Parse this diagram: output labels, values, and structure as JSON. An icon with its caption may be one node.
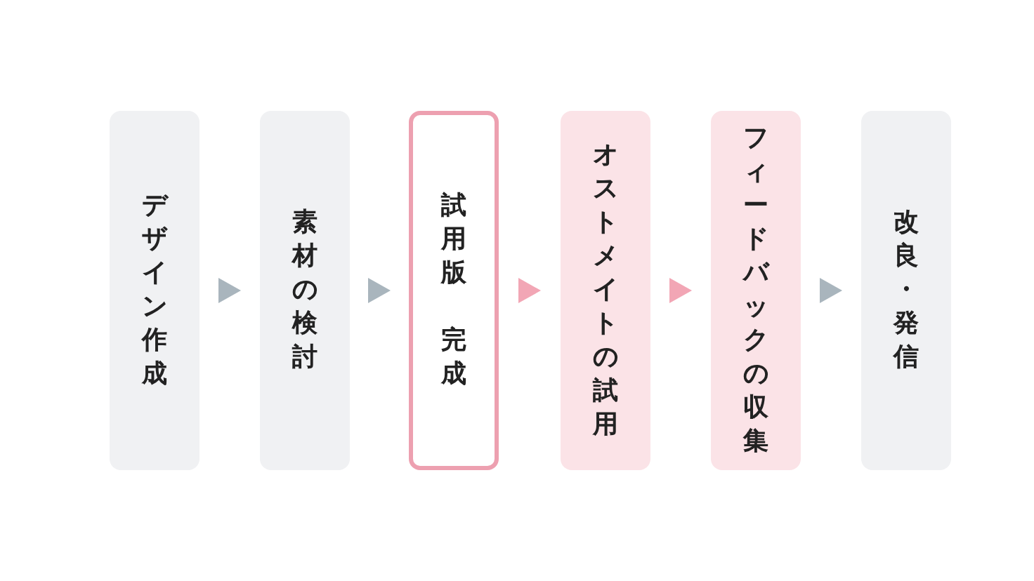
{
  "diagram": {
    "nodes": [
      {
        "text": [
          "デザイン作成"
        ]
      },
      {
        "text": [
          "素材の検討"
        ]
      },
      {
        "text": [
          "試用版",
          "完成"
        ]
      },
      {
        "text": [
          "オストメイトの試用"
        ]
      },
      {
        "text": [
          "フィードバックの収集"
        ]
      },
      {
        "text": [
          "改良・発信"
        ]
      }
    ],
    "edges": [
      {
        "from": 0,
        "to": 1,
        "arrow": "to"
      },
      {
        "from": 1,
        "to": 2,
        "arrow": "to"
      },
      {
        "from": 2,
        "to": 3,
        "arrow": "to",
        "color": "#f2a6b5"
      },
      {
        "from": 3,
        "to": 4,
        "arrow": "to",
        "color": "#f2a6b5"
      },
      {
        "from": 4,
        "to": 5,
        "arrow": "to"
      }
    ]
  }
}
